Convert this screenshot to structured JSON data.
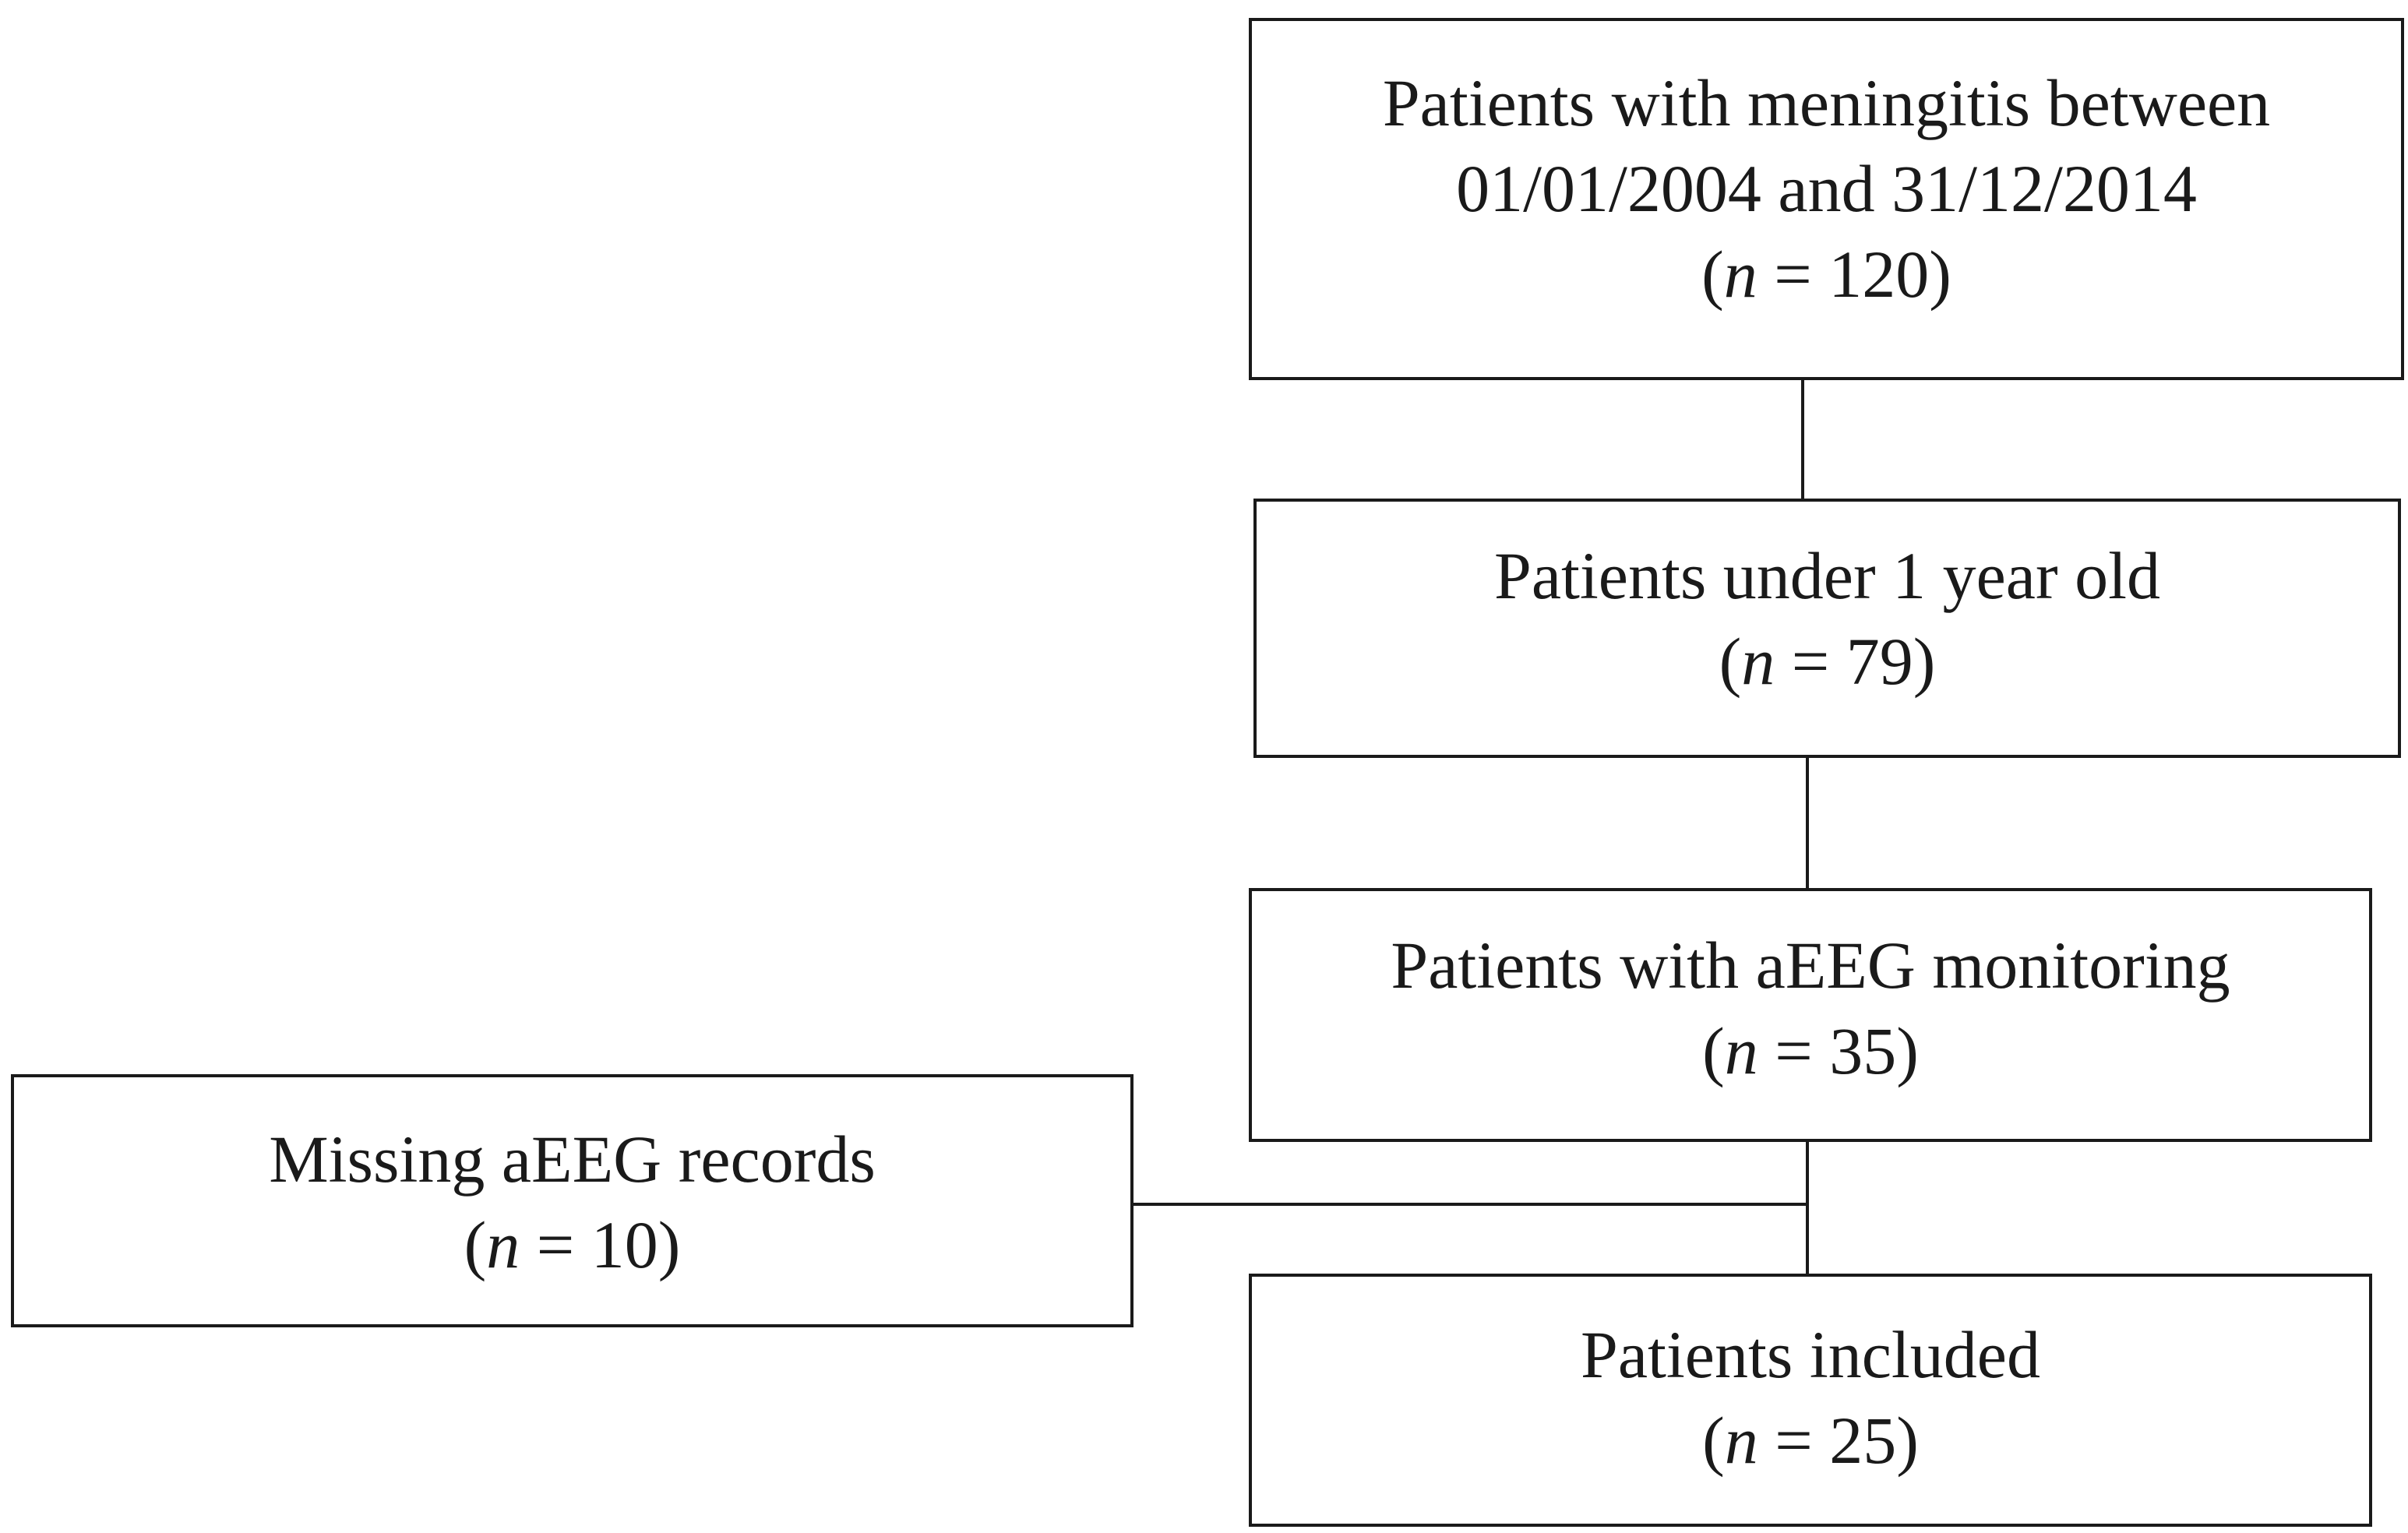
{
  "flowchart": {
    "meningitis": {
      "line1": "Patients with meningitis between",
      "line2": "01/01/2004 and 31/12/2014",
      "n_open": "(",
      "n_var": "n",
      "n_value": " = 120)"
    },
    "under_one_year": {
      "line1": "Patients under 1 year old",
      "n_open": "(",
      "n_var": "n",
      "n_value": " = 79)"
    },
    "aeeg_monitoring": {
      "line1": "Patients with aEEG monitoring",
      "n_open": "(",
      "n_var": "n",
      "n_value": " = 35)"
    },
    "missing_records": {
      "line1": "Missing aEEG records",
      "n_open": "(",
      "n_var": "n",
      "n_value": " = 10)"
    },
    "included": {
      "line1": "Patients included",
      "n_open": "(",
      "n_var": "n",
      "n_value": " = 25)"
    }
  }
}
